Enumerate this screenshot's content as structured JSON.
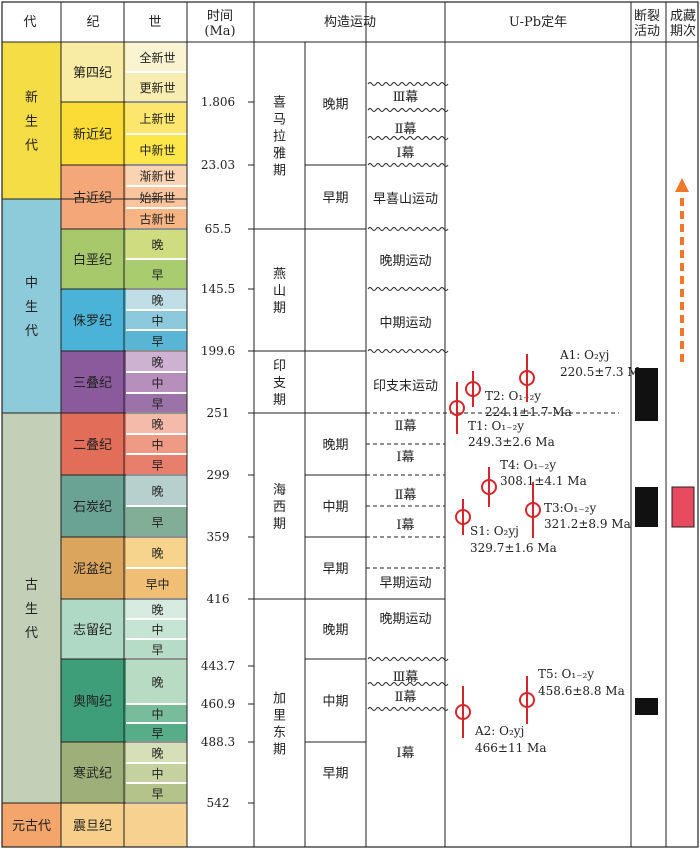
{
  "headers": {
    "era": "代",
    "period": "纪",
    "epoch": "世",
    "time": "时间",
    "time_unit": "(Ma)",
    "tectonic": "构造运动",
    "upb": "U-Pb定年",
    "fault_1": "断裂",
    "fault_2": "活动",
    "ore_1": "成藏",
    "ore_2": "期次"
  },
  "eras": [
    {
      "label": "新生代",
      "color": "#f4dd45"
    },
    {
      "label": "中生代",
      "color": "#8ecbda"
    },
    {
      "label": "古生代",
      "color": "#c3cfb6"
    },
    {
      "label": "元古代",
      "color": "#f4a56c"
    }
  ],
  "periods": [
    {
      "label": "第四纪",
      "color": "#f8eca4"
    },
    {
      "label": "新近纪",
      "color": "#fbdc37"
    },
    {
      "label": "古近纪",
      "color": "#f4a778"
    },
    {
      "label": "白垩纪",
      "color": "#a8c96b"
    },
    {
      "label": "侏罗纪",
      "color": "#4bb3d8"
    },
    {
      "label": "三叠纪",
      "color": "#8a5a9c"
    },
    {
      "label": "二叠纪",
      "color": "#e26d58"
    },
    {
      "label": "石炭纪",
      "color": "#6aa294"
    },
    {
      "label": "泥盆纪",
      "color": "#dba55e"
    },
    {
      "label": "志留纪",
      "color": "#afd9c4"
    },
    {
      "label": "奥陶纪",
      "color": "#3e9e7a"
    },
    {
      "label": "寒武纪",
      "color": "#9eaf79"
    },
    {
      "label": "震旦纪",
      "color": "#f7cf8a"
    }
  ],
  "epochs": [
    {
      "label": "全新世",
      "color": "#fbf4d2"
    },
    {
      "label": "更新世",
      "color": "#f8edb0"
    },
    {
      "label": "上新世",
      "color": "#fce66e"
    },
    {
      "label": "中新世",
      "color": "#fde64a"
    },
    {
      "label": "渐新世",
      "color": "#f9d3b2"
    },
    {
      "label": "始新世",
      "color": "#f8c59e"
    },
    {
      "label": "古新世",
      "color": "#f6b583"
    },
    {
      "label": "晚",
      "color": "#cfdc7f"
    },
    {
      "label": "早",
      "color": "#a8cc6e"
    },
    {
      "label": "晚",
      "color": "#c0dee6"
    },
    {
      "label": "中",
      "color": "#8cc9dd"
    },
    {
      "label": "早",
      "color": "#5ab5d5"
    },
    {
      "label": "晚",
      "color": "#cdb2d2"
    },
    {
      "label": "中",
      "color": "#b78fbd"
    },
    {
      "label": "早",
      "color": "#9c73a8"
    },
    {
      "label": "晚",
      "color": "#f4baaa"
    },
    {
      "label": "中",
      "color": "#ee9a84"
    },
    {
      "label": "早",
      "color": "#e77f6c"
    },
    {
      "label": "晚",
      "color": "#b7d0cd"
    },
    {
      "label": "早",
      "color": "#82ad96"
    },
    {
      "label": "晚",
      "color": "#f7d48d"
    },
    {
      "label": "早中",
      "color": "#f1be76"
    },
    {
      "label": "晚",
      "color": "#d8ebe0"
    },
    {
      "label": "中",
      "color": "#c6e4d4"
    },
    {
      "label": "早",
      "color": "#b6dcc8"
    },
    {
      "label": "晚",
      "color": "#b8dcc3"
    },
    {
      "label": "中",
      "color": "#78bc9c"
    },
    {
      "label": "早",
      "color": "#56ad88"
    },
    {
      "label": "晚",
      "color": "#d6dfb7"
    },
    {
      "label": "中",
      "color": "#c5d2a0"
    },
    {
      "label": "早",
      "color": "#b3c38a"
    },
    {
      "label": "",
      "color": "#f7d18f"
    }
  ],
  "time_labels": [
    "1.806",
    "23.03",
    "65.5",
    "145.5",
    "199.6",
    "251",
    "299",
    "359",
    "416",
    "443.7",
    "460.9",
    "488.3",
    "542"
  ],
  "orogenies": [
    "喜马拉雅期",
    "燕山期",
    "印支期",
    "海西期",
    "加里东期"
  ],
  "stages": [
    "晚期",
    "早期",
    "晚期",
    "中期",
    "早期",
    "晚期",
    "中期",
    "早期"
  ],
  "events": [
    "Ⅲ幕",
    "Ⅱ幕",
    "Ⅰ幕",
    "早喜山运动",
    "晚期运动",
    "中期运动",
    "印支末运动",
    "Ⅱ幕",
    "Ⅰ幕",
    "Ⅱ幕",
    "Ⅰ幕",
    "早期运动",
    "晚期运动",
    "Ⅲ幕",
    "Ⅱ幕",
    "Ⅰ幕"
  ],
  "samples": [
    {
      "name": "A1: O₂yj",
      "age": "220.5±7.3 Ma"
    },
    {
      "name": "T2: O₁₋₂y",
      "age": "224.1±1.7 Ma"
    },
    {
      "name": "T1: O₁₋₂y",
      "age": "249.3±2.6 Ma"
    },
    {
      "name": "T4: O₁₋₂y",
      "age": "308.1±4.1 Ma"
    },
    {
      "name": "T3:O₁₋₂y",
      "age": "321.2±8.9 Ma"
    },
    {
      "name": "S1: O₂yj",
      "age": "329.7±1.6 Ma"
    },
    {
      "name": "T5: O₁₋₂y",
      "age": "458.6±8.8 Ma"
    },
    {
      "name": "A2: O₂yj",
      "age": "466±11 Ma"
    }
  ],
  "colors": {
    "marker": "#d7262b",
    "fault_bar": "#111111",
    "ore_bar": "#e84a5f",
    "arrow": "#f07828"
  }
}
